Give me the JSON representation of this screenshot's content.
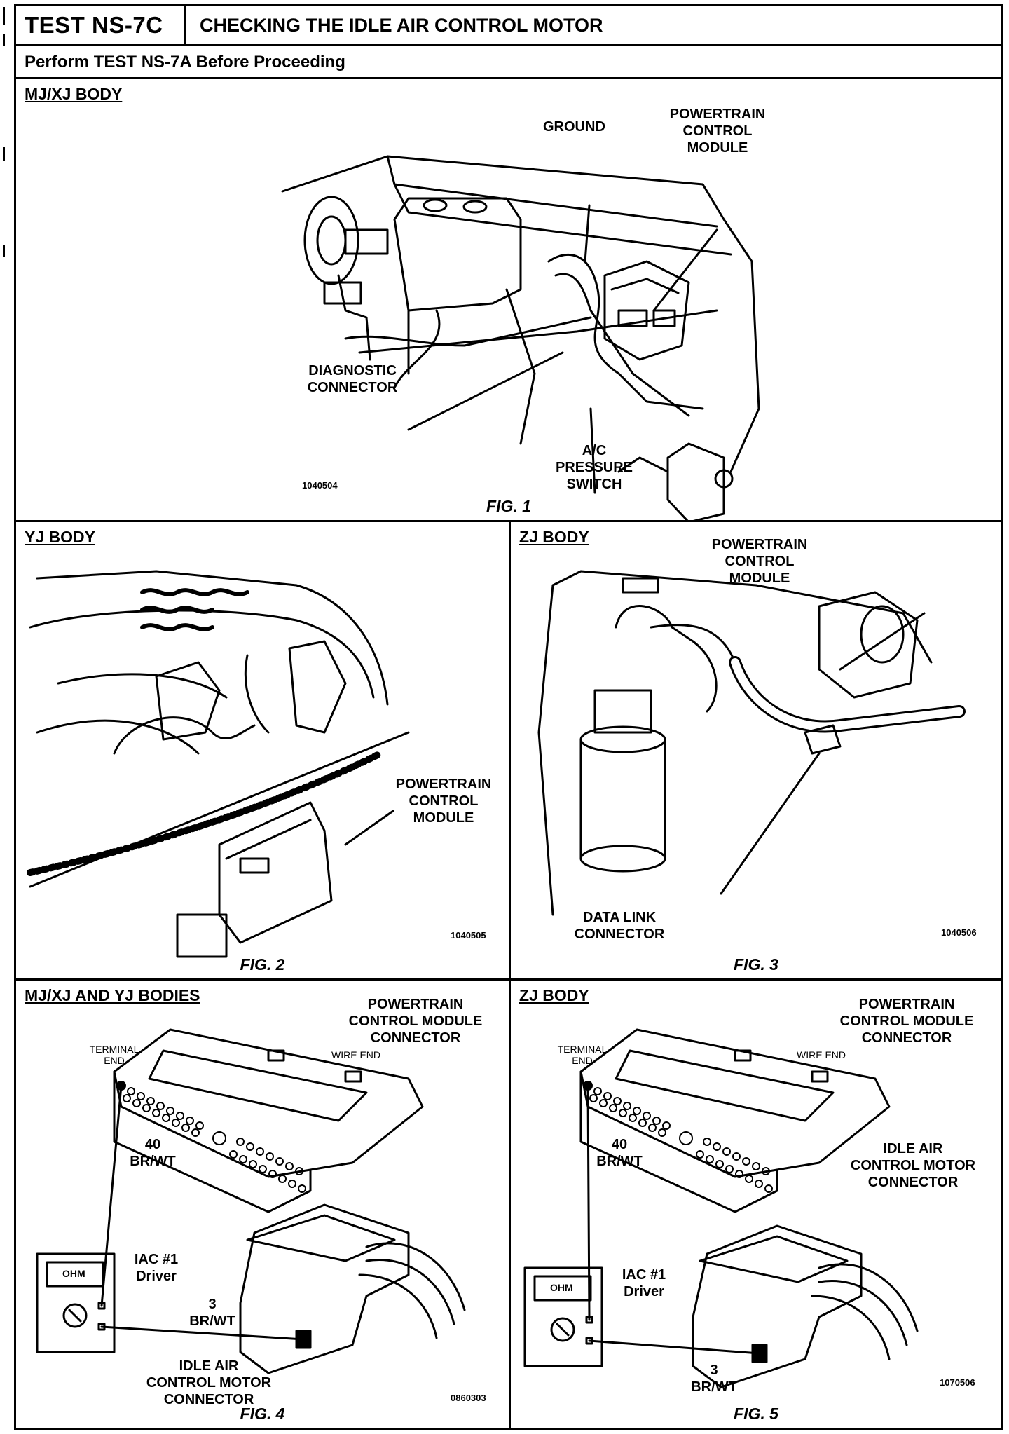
{
  "header": {
    "test_id": "TEST NS-7C",
    "title": "CHECKING THE IDLE AIR CONTROL MOTOR",
    "prerequisite": "Perform TEST NS-7A Before Proceeding"
  },
  "figures": [
    {
      "body": "MJ/XJ BODY",
      "caption": "FIG. 1",
      "part_number": "1040504",
      "labels": {
        "ground": "GROUND",
        "pcm": [
          "POWERTRAIN",
          "CONTROL",
          "MODULE"
        ],
        "diagnostic": [
          "DIAGNOSTIC",
          "CONNECTOR"
        ],
        "ac_switch": [
          "A/C",
          "PRESSURE",
          "SWITCH"
        ]
      }
    },
    {
      "body": "YJ BODY",
      "caption": "FIG. 2",
      "part_number": "1040505",
      "labels": {
        "pcm": [
          "POWERTRAIN",
          "CONTROL",
          "MODULE"
        ]
      }
    },
    {
      "body": "ZJ BODY",
      "caption": "FIG. 3",
      "part_number": "1040506",
      "labels": {
        "pcm": [
          "POWERTRAIN",
          "CONTROL",
          "MODULE"
        ],
        "dlc": [
          "DATA LINK",
          "CONNECTOR"
        ]
      }
    },
    {
      "body": "MJ/XJ AND YJ BODIES",
      "caption": "FIG. 4",
      "part_number": "0860303",
      "labels": {
        "pcm_connector": [
          "POWERTRAIN",
          "CONTROL MODULE",
          "CONNECTOR"
        ],
        "terminal_end": [
          "TERMINAL",
          "END"
        ],
        "wire_end": "WIRE END",
        "pin40": [
          "40",
          "BR/WT"
        ],
        "iac": [
          "IAC #1",
          "Driver"
        ],
        "pin3": [
          "3",
          "BR/WT"
        ],
        "iac_connector": [
          "IDLE AIR",
          "CONTROL MOTOR",
          "CONNECTOR"
        ],
        "meter": "OHM"
      }
    },
    {
      "body": "ZJ BODY",
      "caption": "FIG. 5",
      "part_number": "1070506",
      "labels": {
        "pcm_connector": [
          "POWERTRAIN",
          "CONTROL MODULE",
          "CONNECTOR"
        ],
        "terminal_end": [
          "TERMINAL",
          "END"
        ],
        "wire_end": "WIRE END",
        "pin40": [
          "40",
          "BR/WT"
        ],
        "iac": [
          "IAC #1",
          "Driver"
        ],
        "pin3": [
          "3",
          "BR/WT"
        ],
        "iac_connector": [
          "IDLE AIR",
          "CONTROL MOTOR",
          "CONNECTOR"
        ],
        "meter": "OHM"
      }
    }
  ]
}
